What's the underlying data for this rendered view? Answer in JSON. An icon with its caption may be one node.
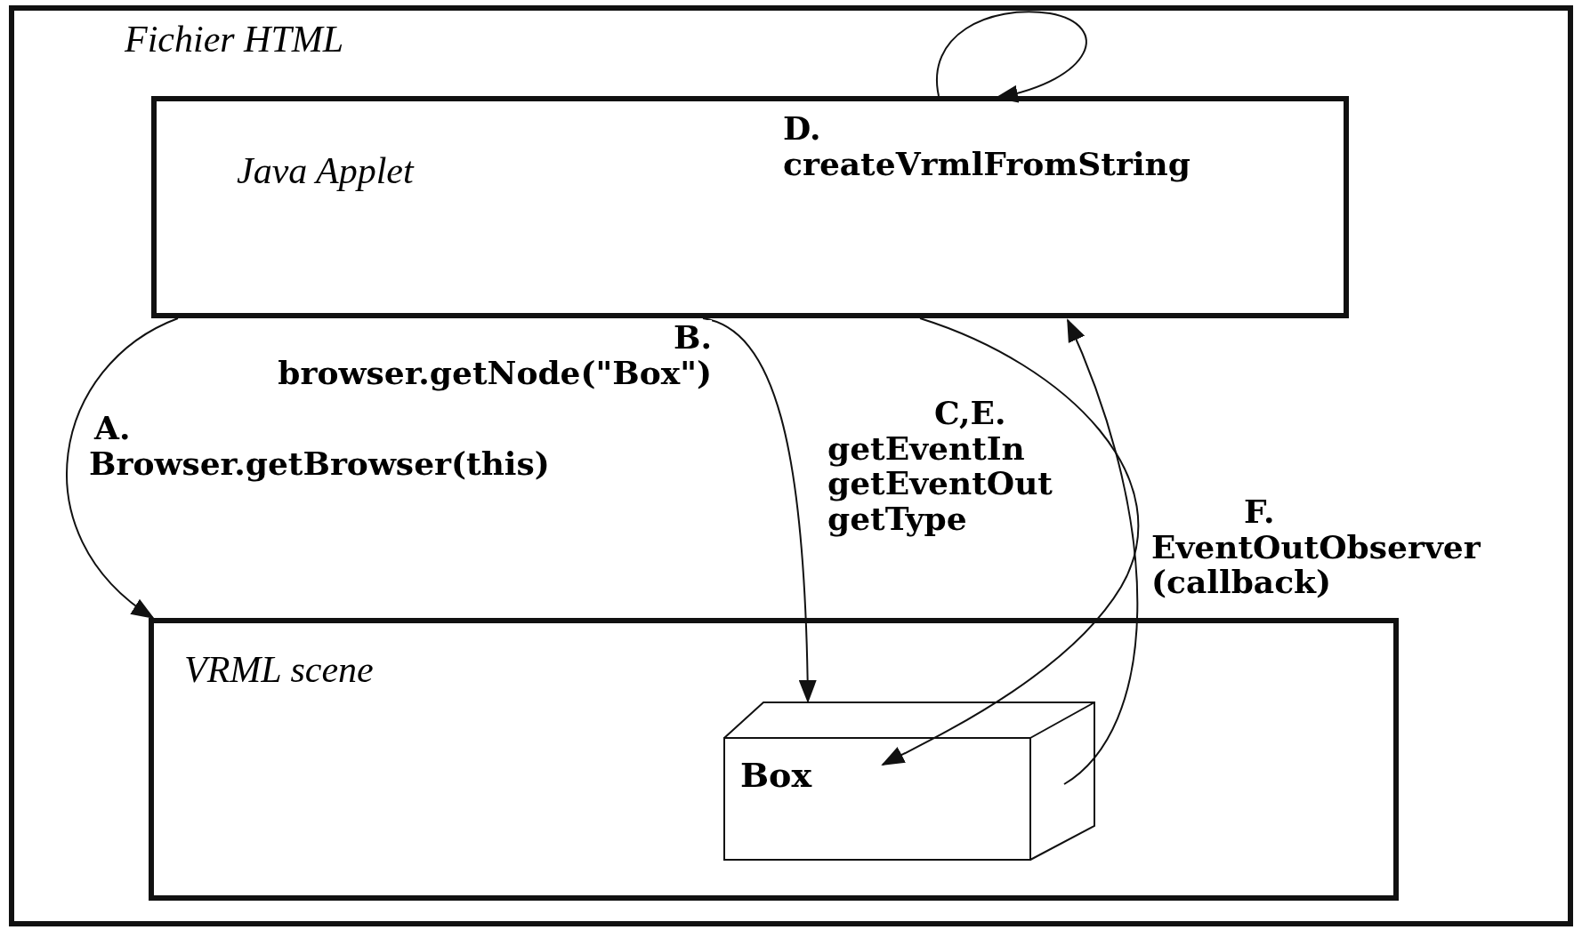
{
  "diagram": {
    "nodes": [
      {
        "text": [
          "Fichier HTML"
        ]
      },
      {
        "text": [
          "Java Applet"
        ],
        "in": 0
      },
      {
        "text": [
          "VRML scene"
        ],
        "in": 0
      },
      {
        "text": [
          "Box"
        ],
        "in": 2
      }
    ],
    "edges": [
      {
        "from": 1,
        "to": 2,
        "arrow": "to",
        "label": "A. Browser.getBrowser(this)"
      },
      {
        "from": 1,
        "to": 3,
        "arrow": "to",
        "label": "B. browser.getNode(\"Box\")"
      },
      {
        "from": 1,
        "to": 3,
        "arrow": "to",
        "label": "C,E. getEventIn getEventOut getType"
      },
      {
        "from": 3,
        "to": 1,
        "arrow": "to",
        "label": "F. EventOutObserver (callback)"
      },
      {
        "from": 1,
        "to": 1,
        "arrow": "to",
        "label": "D. createVrmlFromString"
      }
    ]
  }
}
